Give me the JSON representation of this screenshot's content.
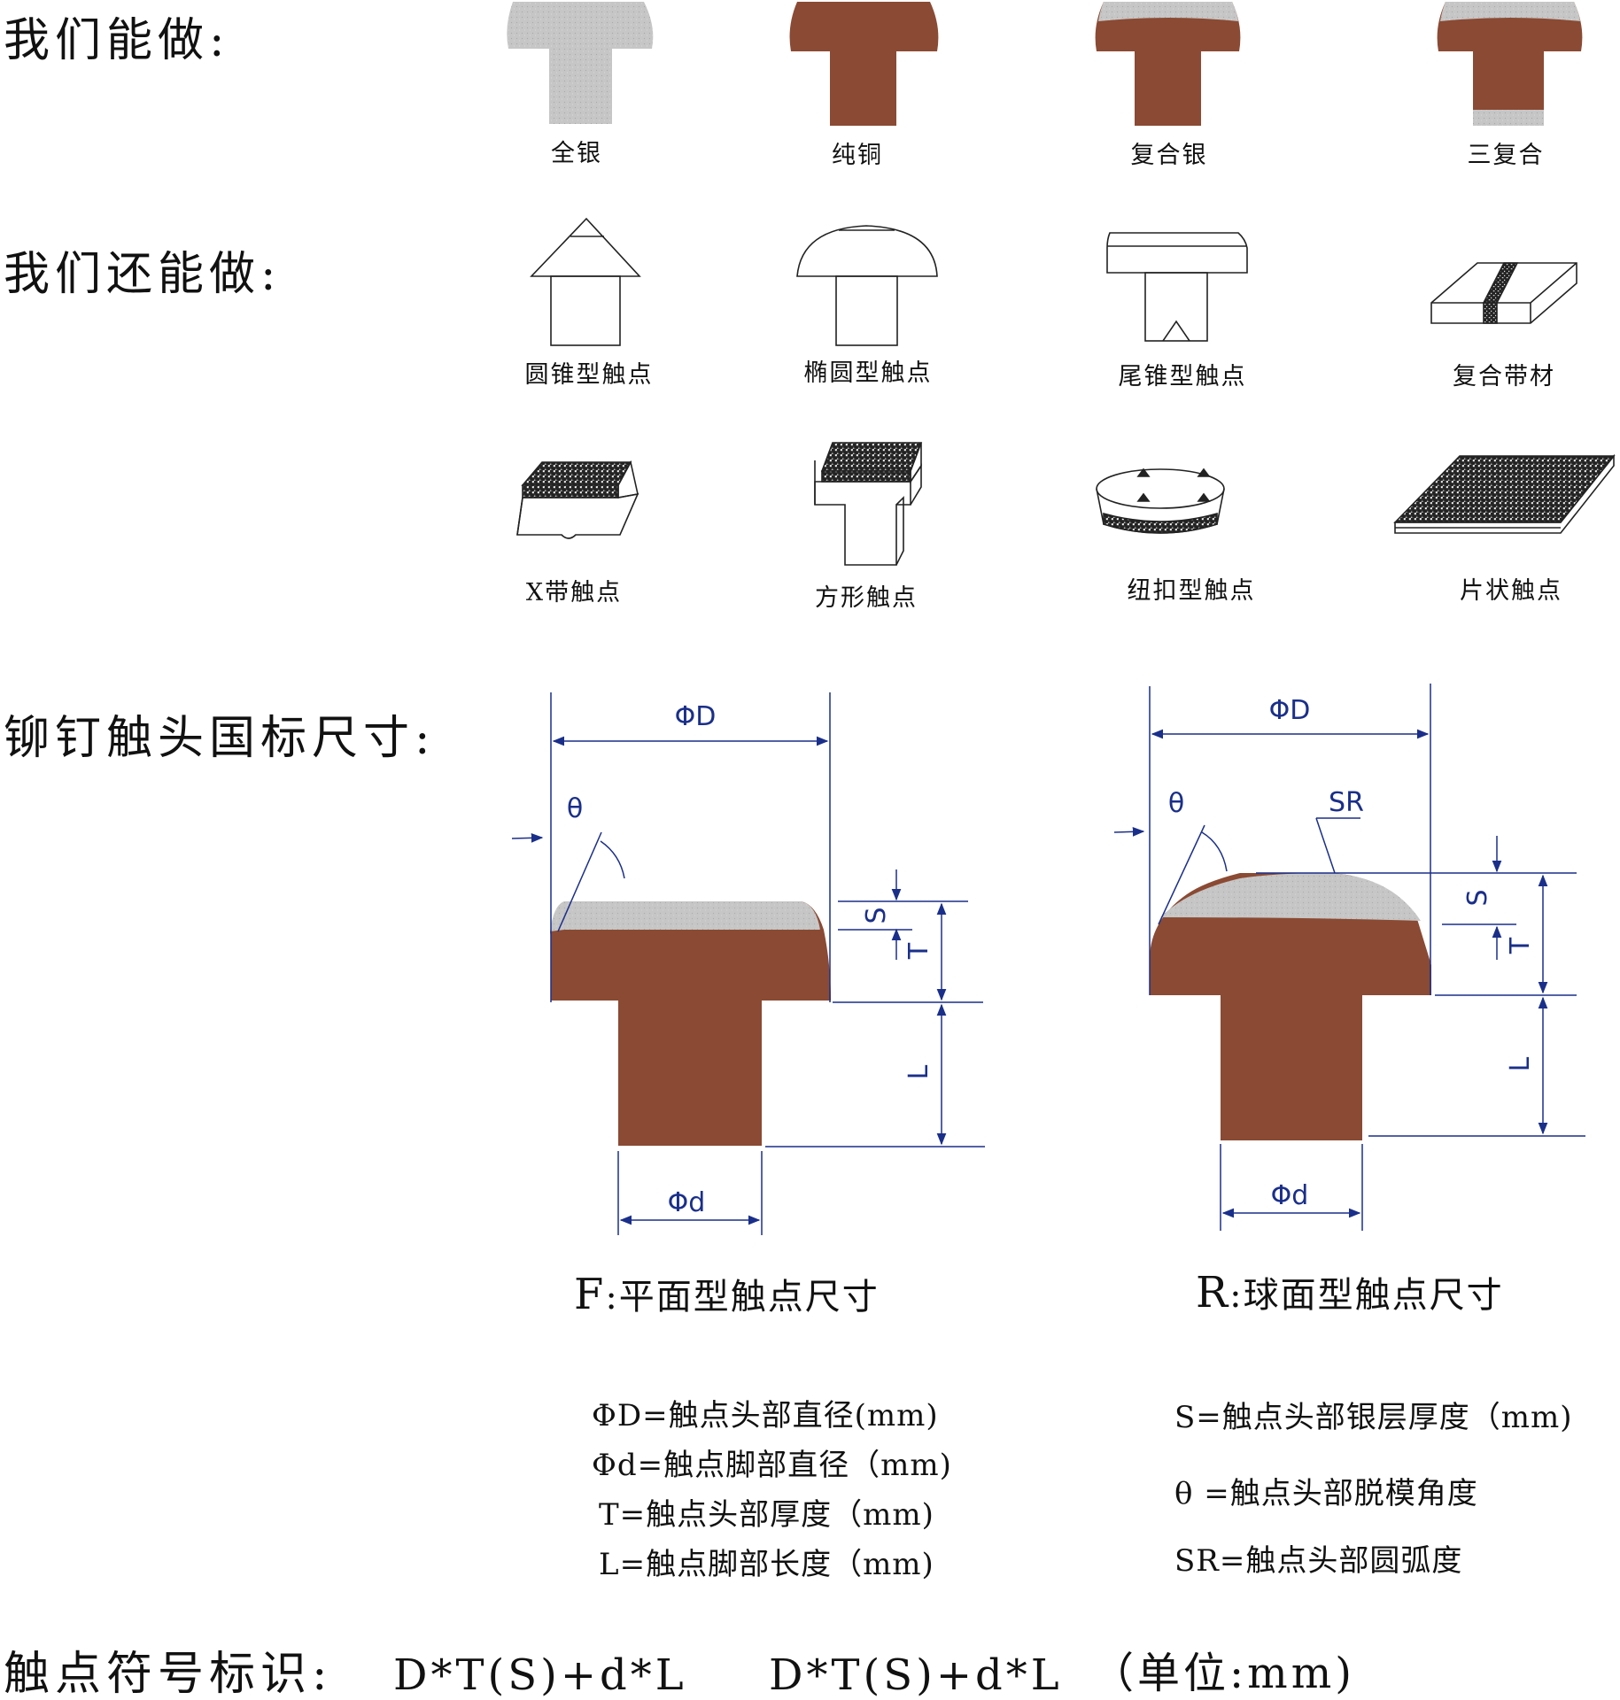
{
  "headings": {
    "can_do": "我们能做:",
    "can_also_do": "我们还能做:",
    "standard_sizes": "铆钉触头国标尺寸:",
    "symbol_label": "触点符号标识:"
  },
  "row1": [
    "全银",
    "纯铜",
    "复合银",
    "三复合"
  ],
  "row2": [
    "圆锥型触点",
    "椭圆型触点",
    "尾锥型触点",
    "复合带材"
  ],
  "row3": [
    "X带触点",
    "方形触点",
    "纽扣型触点",
    "片状触点"
  ],
  "dims": {
    "D": "ΦD",
    "d": "Φd",
    "theta": "θ",
    "S": "S",
    "T": "T",
    "L": "L",
    "SR": "SR"
  },
  "subtitles": {
    "flat_letter": "F",
    "flat_text": ":平面型触点尺寸",
    "sphere_letter": "R",
    "sphere_text": ":球面型触点尺寸"
  },
  "legend_left": [
    "ΦD=触点头部直径(mm)",
    "Φd=触点脚部直径（mm)",
    "T=触点头部厚度（mm)",
    "L=触点脚部长度（mm)"
  ],
  "legend_right": [
    "S=触点头部银层厚度（mm)",
    "θ =触点头部脱模角度",
    "SR=触点头部圆弧度"
  ],
  "formulas": {
    "f1": "D*T(S)+d*L",
    "f2": "D*T(S)+d*L",
    "unit": "（单位:mm)"
  },
  "colors": {
    "copper": "#8b4a33",
    "silver": "#c6c6c6",
    "dimension": "#1a2f8a"
  }
}
